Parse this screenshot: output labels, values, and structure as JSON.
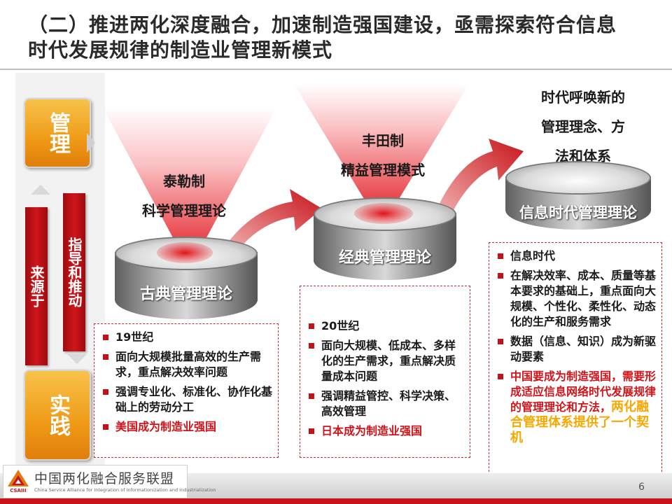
{
  "slide": {
    "title_line1": "（二）推进两化深度融合，加速制造强国建设，亟需探索符合信息",
    "title_line2": "时代发展规律的制造业管理新模式",
    "page_number": "6"
  },
  "side_panel": {
    "top_box": "管理",
    "left_bar": "来源于",
    "right_bar": "指导和推动",
    "bottom_box": "实践"
  },
  "stages": [
    {
      "label_line1": "泰勒制",
      "label_line2": "科学管理理论",
      "cylinder_label": "古典管理理论",
      "bullets": [
        {
          "text": "19世纪",
          "red": false
        },
        {
          "text": "面向大规模批量高效的生产需求，重点解决效率问题",
          "red": false
        },
        {
          "text": "强调专业化、标准化、协作化基础上的劳动分工",
          "red": false
        },
        {
          "text": "美国成为制造业强国",
          "red": true
        }
      ]
    },
    {
      "label_line1": "丰田制",
      "label_line2": "精益管理模式",
      "cylinder_label": "经典管理理论",
      "bullets": [
        {
          "text": "20世纪",
          "red": false
        },
        {
          "text": "面向大规模、低成本、多样化的生产需求，重点解决质量成本问题",
          "red": false
        },
        {
          "text": "强调精益管控、科学决策、高效管理",
          "red": false
        },
        {
          "text": "日本成为制造业强国",
          "red": true
        }
      ]
    },
    {
      "label_line1": "时代呼唤新的",
      "label_line2": "管理理念、方",
      "label_line3": "法和体系",
      "cylinder_label": "信息时代管理理论",
      "bullets": [
        {
          "text": "信息时代",
          "red": false
        },
        {
          "text": "在解决效率、成本、质量等基本要求的基础上，重点面向大规模、个性化、柔性化、动态化的生产和服务需求",
          "red": false
        },
        {
          "text": "数据（信息、知识）成为新驱动要素",
          "red": false
        }
      ],
      "final_bullet_red": "中国要成为制造强国，需要形成适应信息网络时代发展规律的管理理论和方法，",
      "final_bullet_highlight": "两化融合管理体系提供了一个契机"
    }
  ],
  "footer": {
    "org_name_cn": "中国两化融合服务联盟",
    "org_name_en": "China Service Alliance for Integration of Informationization and Industrialization",
    "logo_text": "CSAIII"
  },
  "colors": {
    "accent_red": "#c8141a",
    "gold": "#f5a800",
    "beam_red": "#e0141a"
  }
}
